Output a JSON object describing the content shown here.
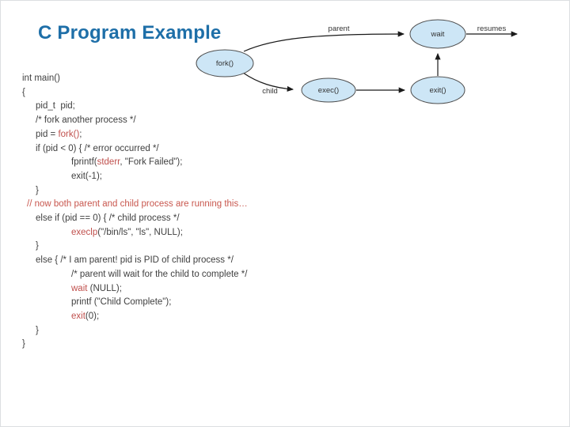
{
  "slide": {
    "title": "C Program Example"
  },
  "colors": {
    "title": "#1E6FA8",
    "code_text": "#3F3F3F",
    "keyword_red": "#C0504D",
    "comment_red": "#C8574E",
    "node_fill": "#CDE6F6",
    "node_stroke": "#4D4D4D",
    "arrow": "#1A1A1A",
    "diagram_label": "#333333"
  },
  "diagram": {
    "nodes": {
      "fork": {
        "label": "fork()"
      },
      "wait": {
        "label": "wait"
      },
      "exec": {
        "label": "exec()"
      },
      "exit": {
        "label": "exit()"
      }
    },
    "labels": {
      "parent": "parent",
      "child": "child",
      "resumes": "resumes"
    }
  },
  "code": {
    "lines": [
      {
        "indent": 0,
        "segments": [
          {
            "t": "int main()"
          }
        ]
      },
      {
        "indent": 0,
        "segments": [
          {
            "t": "{"
          }
        ]
      },
      {
        "indent": 2,
        "segments": [
          {
            "t": "pid_t  pid;"
          }
        ]
      },
      {
        "indent": 2,
        "segments": [
          {
            "t": "/* fork another process */"
          }
        ]
      },
      {
        "indent": 2,
        "segments": [
          {
            "t": "pid = "
          },
          {
            "t": "fork()",
            "c": "kw"
          },
          {
            "t": ";"
          }
        ]
      },
      {
        "indent": 2,
        "segments": [
          {
            "t": "if (pid < 0) { /* error occurred */"
          }
        ]
      },
      {
        "indent": 3,
        "segments": [
          {
            "t": "fprintf("
          },
          {
            "t": "stderr",
            "c": "kw"
          },
          {
            "t": ", \"Fork Failed\");"
          }
        ]
      },
      {
        "indent": 3,
        "segments": [
          {
            "t": "exit(-1);"
          }
        ]
      },
      {
        "indent": 2,
        "segments": [
          {
            "t": "}"
          }
        ]
      },
      {
        "indent": 1,
        "segments": [
          {
            "t": "// now both parent and child process are running this…",
            "c": "cm"
          }
        ]
      },
      {
        "indent": 2,
        "segments": [
          {
            "t": "else if (pid == 0) { /* child process */"
          }
        ]
      },
      {
        "indent": 3,
        "segments": [
          {
            "t": "execlp",
            "c": "kw"
          },
          {
            "t": "(\"/bin/ls\", \"ls\", NULL);"
          }
        ]
      },
      {
        "indent": 2,
        "segments": [
          {
            "t": "}"
          }
        ]
      },
      {
        "indent": 2,
        "segments": [
          {
            "t": "else { /* I am parent! pid is PID of child process */"
          }
        ]
      },
      {
        "indent": 3,
        "segments": [
          {
            "t": "/* parent will wait for the child to complete */"
          }
        ]
      },
      {
        "indent": 3,
        "segments": [
          {
            "t": "wait",
            "c": "kw"
          },
          {
            "t": " (NULL);"
          }
        ]
      },
      {
        "indent": 3,
        "segments": [
          {
            "t": "printf (\"Child Complete\");"
          }
        ]
      },
      {
        "indent": 3,
        "segments": [
          {
            "t": "exit",
            "c": "kw"
          },
          {
            "t": "(0);"
          }
        ]
      },
      {
        "indent": 2,
        "segments": [
          {
            "t": "}"
          }
        ]
      },
      {
        "indent": 0,
        "segments": [
          {
            "t": "}"
          }
        ]
      }
    ]
  }
}
